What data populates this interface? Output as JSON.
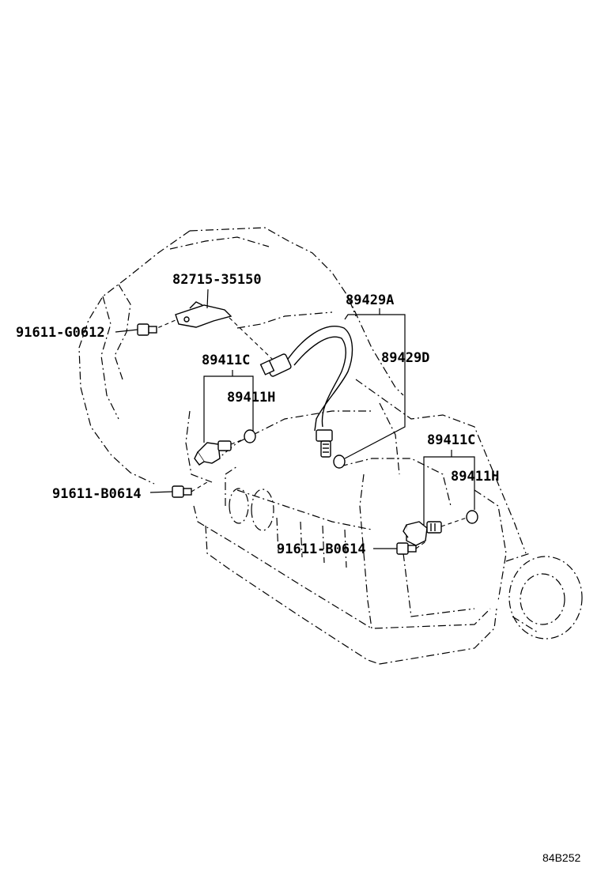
{
  "labels": {
    "bolt_left_top": "91611-G0612",
    "bracket": "82715-35150",
    "harness_group": "89429A",
    "harness_sub": "89429D",
    "sensor_left_group": "89411C",
    "oring_left": "89411H",
    "bolt_left_bottom": "91611-B0614",
    "sensor_right_group": "89411C",
    "oring_right": "89411H",
    "bolt_right": "91611-B0614"
  },
  "illustration_code": "84B252"
}
